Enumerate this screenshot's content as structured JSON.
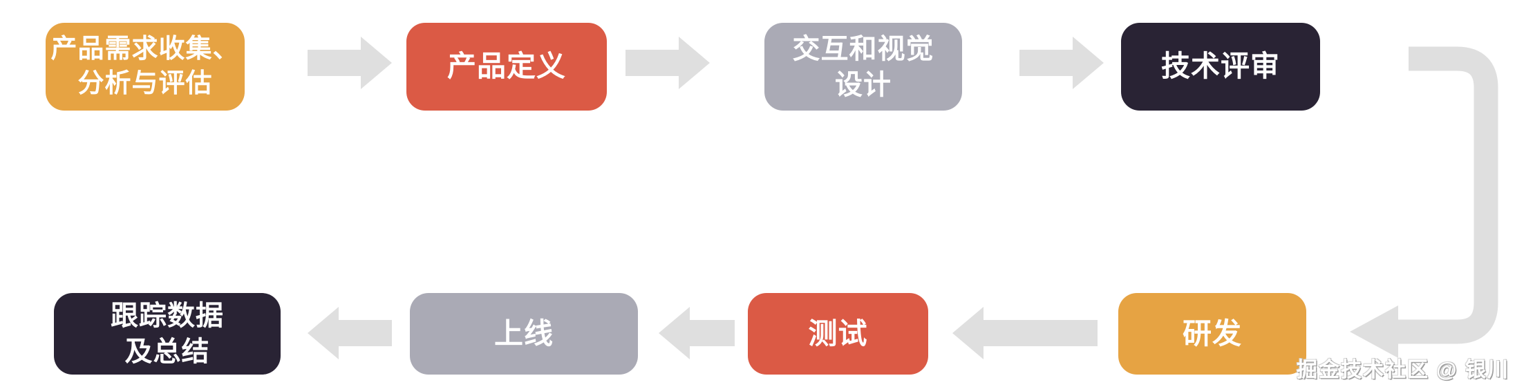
{
  "diagram": {
    "type": "flowchart",
    "description_visible_only": "product development process flow, two rows, snake layout"
  },
  "steps": [
    {
      "id": "requirements",
      "label": "产品需求收集、\n分析与评估",
      "color": "#E6A343"
    },
    {
      "id": "definition",
      "label": "产品定义",
      "color": "#DB5A45"
    },
    {
      "id": "design",
      "label": "交互和视觉\n设计",
      "color": "#AAAAB5"
    },
    {
      "id": "review",
      "label": "技术评审",
      "color": "#292334"
    },
    {
      "id": "development",
      "label": "研发",
      "color": "#E6A343"
    },
    {
      "id": "testing",
      "label": "测试",
      "color": "#DB5A45"
    },
    {
      "id": "launch",
      "label": "上线",
      "color": "#AAAAB5"
    },
    {
      "id": "tracking",
      "label": "跟踪数据\n及总结",
      "color": "#292334"
    }
  ],
  "colors": {
    "arrow": "#DFDFDF",
    "background": "#FFFFFF",
    "box_text": "#FFFFFF"
  },
  "watermark": {
    "text": "掘金技术社区 @ 银川"
  }
}
